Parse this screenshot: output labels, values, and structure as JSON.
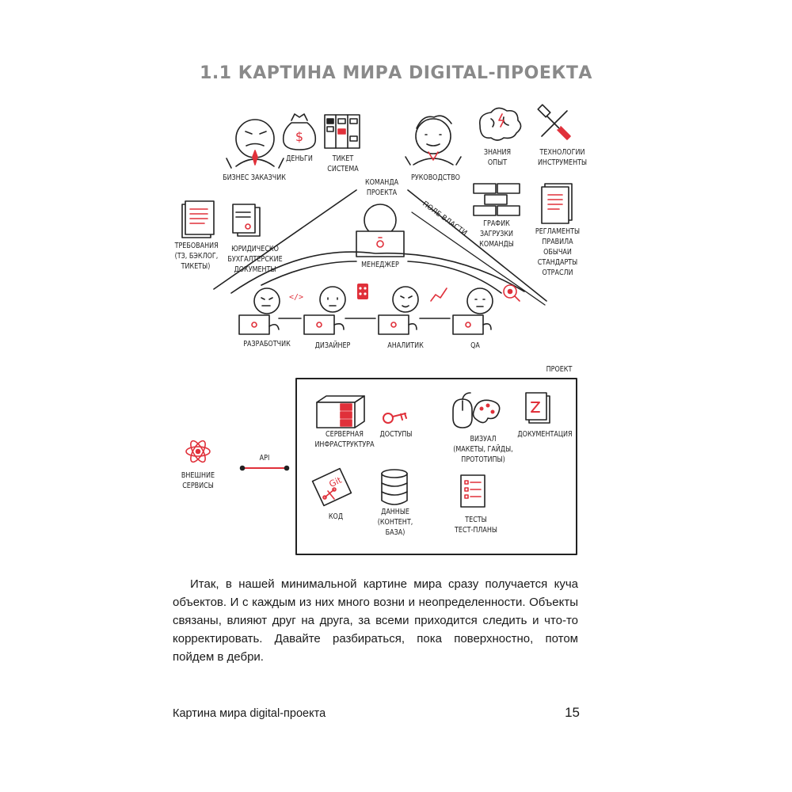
{
  "page": {
    "title": "1.1 КАРТИНА МИРА DIGITAL-ПРОЕКТА",
    "footer_title": "Картина мира digital-проекта",
    "page_number": "15"
  },
  "diagram": {
    "top_row": {
      "business_client": "БИЗНЕС ЗАКАЗЧИК",
      "money": "ДЕНЬГИ",
      "ticket_system": "ТИКЕТ\nСИСТЕМА",
      "management": "РУКОВОДСТВО",
      "knowledge": "ЗНАНИЯ\nОПЫТ",
      "technologies": "ТЕХНОЛОГИИ\nИНСТРУМЕНТЫ"
    },
    "money_symbol": "$",
    "team_label": "КОМАНДА\nПРОЕКТА",
    "power_field_label": "ПОЛЕ ВЛАСТИ",
    "manager_label": "МЕНЕДЖЕР",
    "left_side": {
      "requirements": "ТРЕБОВАНИЯ\n(ТЗ, БЭКЛОГ,\nТИКЕТЫ)",
      "legal_docs": "ЮРИДИЧЕСКО\nБУХГАЛТЕРСКИЕ\nДОКУМЕНТЫ"
    },
    "right_side": {
      "schedule": "ГРАФИК\nЗАГРУЗКИ\nКОМАНДЫ",
      "regulations": "РЕГЛАМЕНТЫ\nПРАВИЛА\nОБЫЧАИ\nСТАНДАРТЫ\nОТРАСЛИ"
    },
    "team_members": [
      "РАЗРАБОТЧИК",
      "ДИЗАЙНЕР",
      "АНАЛИТИК",
      "QA"
    ],
    "dev_code_glyph": "</>",
    "project_label": "ПРОЕКТ",
    "project_items": {
      "server": "СЕРВЕРНАЯ\nИНФРАСТРУКТУРА",
      "access": "ДОСТУПЫ",
      "visual": "ВИЗУАЛ\n(МАКЕТЫ, ГАЙДЫ,\nПРОТОТИПЫ)",
      "documentation": "ДОКУМЕНТАЦИЯ",
      "code": "КОД",
      "data": "ДАННЫЕ\n(КОНТЕНТ,\nБАЗА)",
      "tests": "ТЕСТЫ\nТЕСТ-ПЛАНЫ"
    },
    "git_glyph": "Git",
    "external_services": "ВНЕШНИЕ\nСЕРВИСЫ",
    "api_label": "API"
  },
  "body": {
    "paragraph": "Итак, в нашей минимальной картине мира сразу получается куча объектов. И с каждым из них много возни и неопределенности. Объекты связаны, влияют друг на друга, за всеми приходится следить и что-то корректировать. Давайте разбираться, пока поверхностно, потом пойдем в дебри."
  },
  "colors": {
    "accent_red": "#e0303a",
    "ink": "#222222",
    "title_gray": "#8a8a8a"
  }
}
